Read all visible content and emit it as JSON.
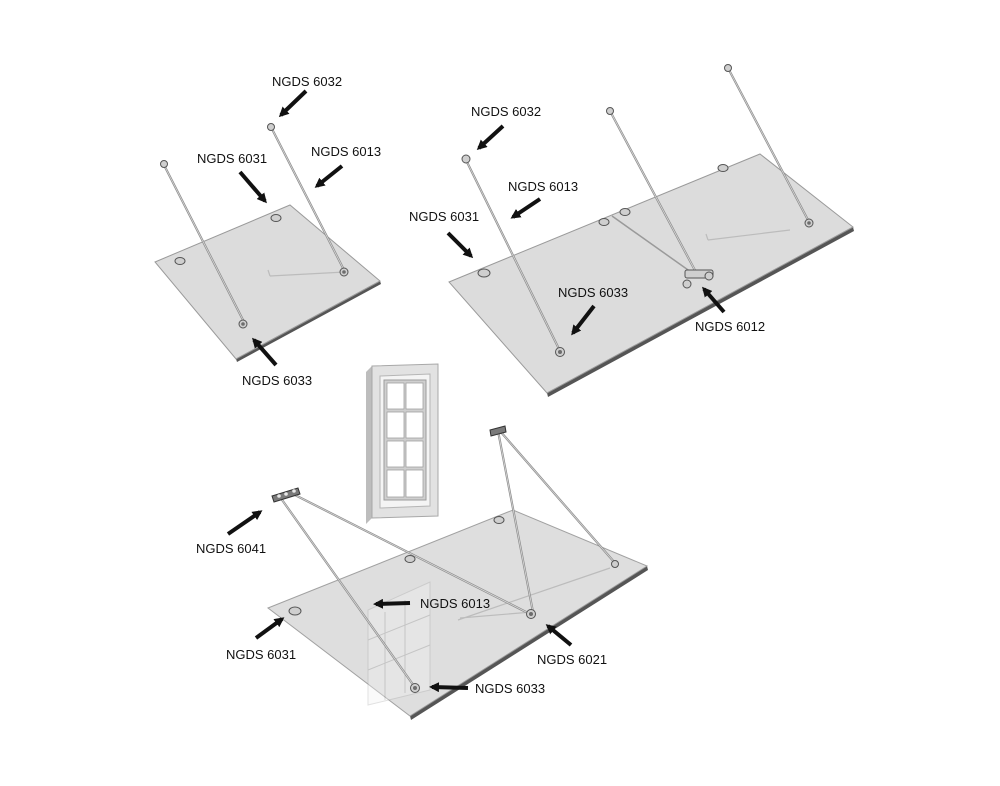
{
  "diagram": {
    "labels": {
      "a1": "NGDS 6032",
      "a2": "NGDS 6031",
      "a3": "NGDS 6013",
      "a4": "NGDS 6033",
      "b1": "NGDS 6032",
      "b2": "NGDS 6013",
      "b3": "NGDS 6031",
      "b4": "NGDS 6033",
      "b5": "NGDS 6012",
      "c1": "NGDS 6041",
      "c2": "NGDS 6013",
      "c3": "NGDS 6031",
      "c4": "NGDS 6021",
      "c5": "NGDS 6033"
    }
  }
}
